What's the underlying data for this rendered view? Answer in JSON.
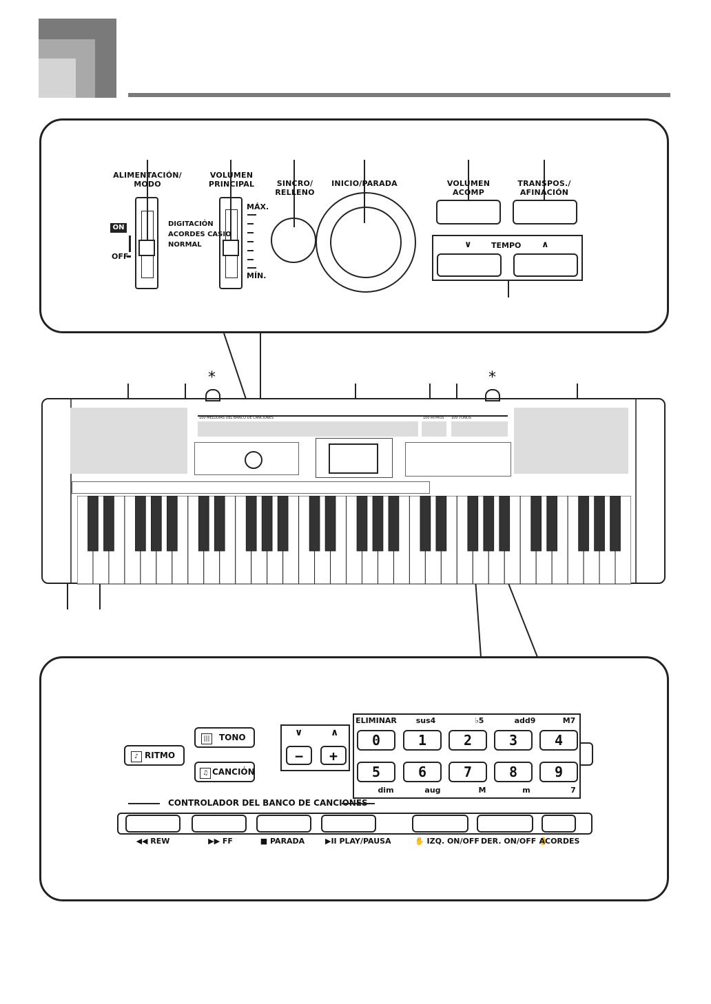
{
  "top_panel": {
    "power_label": "ALIMENTACIÓN/\nMODO",
    "on_label": "ON",
    "off_label": "OFF",
    "modes": [
      "DIGITACIÓN",
      "ACORDES CASIO",
      "NORMAL"
    ],
    "volume_label": "VOLUMEN\nPRINCIPAL",
    "max_label": "MÁX.",
    "min_label": "MÍN.",
    "sync_label": "SINCRO/\nRELLENO",
    "startstop_label": "INICIO/PARADA",
    "accomp_label": "VOLUMEN\nACOMP",
    "transpose_label": "TRANSPOS./\nAFINACIÓN",
    "tempo_label": "TEMPO",
    "tempo_down": "∨",
    "tempo_up": "∧"
  },
  "keyboard": {
    "asterisk": "*",
    "bank_label": "100 MELODÍAS DEL BANCO DE CANCIONES",
    "rhythms_label": "100 RITMOS",
    "tones_label": "100 TONOS"
  },
  "bottom_panel": {
    "rhythm_label": "RITMO",
    "tone_label": "TONO",
    "song_label": "CANCIÓN",
    "down": "∨",
    "up": "∧",
    "minus": "−",
    "plus": "+",
    "chords_top": [
      "ELIMINAR",
      "sus4",
      "♭5",
      "add9",
      "M7"
    ],
    "digits_top": [
      "0",
      "1",
      "2",
      "3",
      "4"
    ],
    "digits_bottom": [
      "5",
      "6",
      "7",
      "8",
      "9"
    ],
    "chords_bottom": [
      "dim",
      "aug",
      "M",
      "m",
      "7"
    ],
    "controller_label": "CONTROLADOR DEL BANCO DE CANCIONES",
    "controls": [
      "◀◀ REW",
      "▶▶ FF",
      "■ PARADA",
      "▶II PLAY/PAUSA",
      "✋ IZQ. ON/OFF",
      "DER. ON/OFF ✋",
      "ACORDES"
    ]
  }
}
